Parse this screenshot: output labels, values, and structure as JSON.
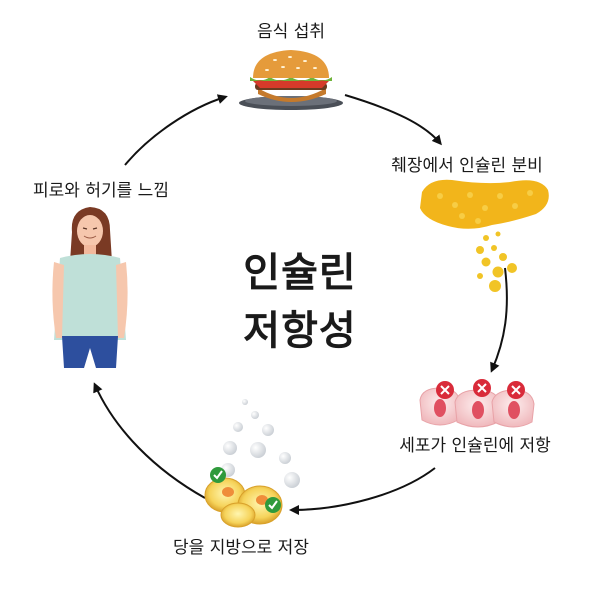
{
  "center": {
    "line1": "인슐린",
    "line2": "저항성"
  },
  "steps": [
    {
      "label": "음식 섭취",
      "icon": "hamburger-icon"
    },
    {
      "label": "췌장에서 인슐린 분비",
      "icon": "pancreas-icon"
    },
    {
      "label": "세포가 인슐린에 저항",
      "icon": "resistant-cells-icon"
    },
    {
      "label": "당을 지방으로 저장",
      "icon": "fat-cells-icon"
    },
    {
      "label": "피로와 허기를 느낌",
      "icon": "tired-woman-icon"
    }
  ],
  "colors": {
    "arrow": "#111111",
    "reject": "#d92b3a",
    "check": "#2f9a3c",
    "pancreas": "#f2b51b"
  }
}
